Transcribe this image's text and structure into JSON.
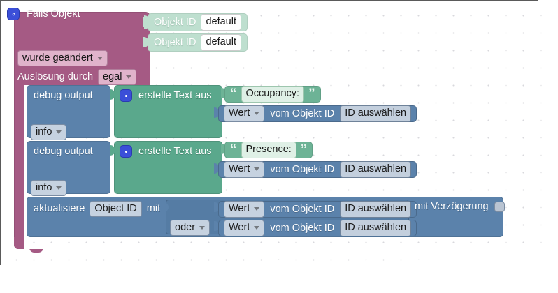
{
  "app": {
    "canvas_name": "blockly-workspace",
    "background": "#ffffff",
    "grid_dot_color": "#d8d8dd"
  },
  "colors": {
    "hat_purple": "#a55a84",
    "statement_blue": "#5b82ab",
    "text_green": "#5aa88c",
    "object_mint": "#bedfcf",
    "mutator_icon_blue": "#3b4fd8"
  },
  "blocks": {
    "trigger": {
      "title": "Falls Objekt",
      "gear_icon": "gear-icon",
      "object_inputs": [
        {
          "label": "Objekt ID",
          "value": "default"
        },
        {
          "label": "Objekt ID",
          "value": "default"
        }
      ],
      "condition_dropdown": "wurde geändert",
      "source_label": "Auslösung durch",
      "source_dropdown": "egal"
    },
    "debug_one": {
      "label": "debug output",
      "severity_dropdown": "info",
      "text_join": {
        "label": "erstelle Text aus",
        "gear_icon": "gear-icon",
        "string_value": "Occupancy:",
        "quote_open": "“",
        "quote_close": "”",
        "get_value": {
          "attribute_dropdown": "Wert",
          "middle_label": "vom Objekt ID",
          "object_field": "ID auswählen"
        }
      }
    },
    "debug_two": {
      "label": "debug output",
      "severity_dropdown": "info",
      "text_join": {
        "label": "erstelle Text aus",
        "gear_icon": "gear-icon",
        "string_value": "Presence:",
        "quote_open": "“",
        "quote_close": "”",
        "get_value": {
          "attribute_dropdown": "Wert",
          "middle_label": "vom Objekt ID",
          "object_field": "ID auswählen"
        }
      }
    },
    "update": {
      "label": "aktualisiere",
      "object_field": "Object ID",
      "with_label": "mit",
      "delay_label": "mit Verzögerung",
      "delay_checked": false,
      "logic": {
        "operator_dropdown": "oder",
        "operands": [
          {
            "attribute_dropdown": "Wert",
            "middle_label": "vom Objekt ID",
            "object_field": "ID auswählen"
          },
          {
            "attribute_dropdown": "Wert",
            "middle_label": "vom Objekt ID",
            "object_field": "ID auswählen"
          }
        ]
      }
    }
  }
}
